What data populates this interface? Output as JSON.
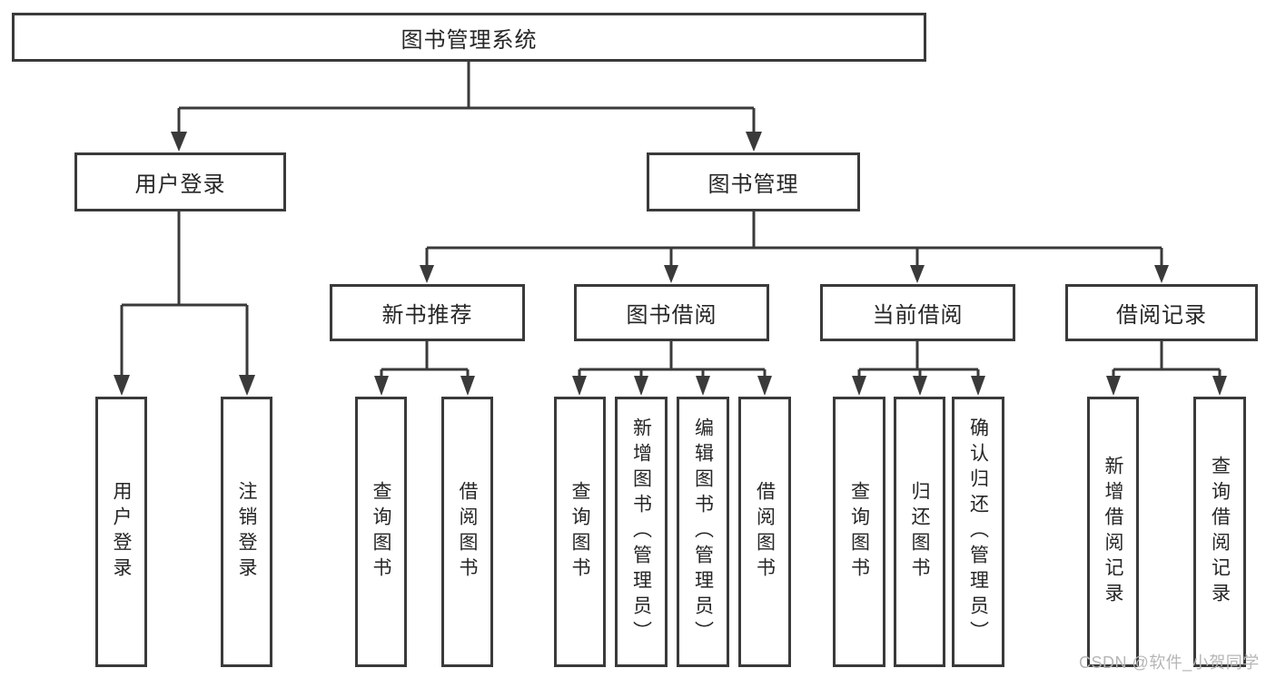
{
  "diagram_type": "hierarchy-tree",
  "colors": {
    "line": "#3a3a3a",
    "box_border": "#3a3a3a",
    "box_background": "#ffffff",
    "text": "#262626",
    "watermark_text_color": "#b6b6b6",
    "page_background": "#ffffff"
  },
  "tree": {
    "root": {
      "label": "图书管理系统",
      "children": [
        {
          "label": "用户登录",
          "children": [
            {
              "label": "用户登录"
            },
            {
              "label": "注销登录"
            }
          ]
        },
        {
          "label": "图书管理",
          "children": [
            {
              "label": "新书推荐",
              "children": [
                {
                  "label": "查询图书"
                },
                {
                  "label": "借阅图书"
                }
              ]
            },
            {
              "label": "图书借阅",
              "children": [
                {
                  "label": "查询图书"
                },
                {
                  "label": "新增图书（管理员）"
                },
                {
                  "label": "编辑图书（管理员）"
                },
                {
                  "label": "借阅图书"
                }
              ]
            },
            {
              "label": "当前借阅",
              "children": [
                {
                  "label": "查询图书"
                },
                {
                  "label": "归还图书"
                },
                {
                  "label": "确认归还（管理员）"
                }
              ]
            },
            {
              "label": "借阅记录",
              "children": [
                {
                  "label": "新增借阅记录"
                },
                {
                  "label": "查询借阅记录"
                }
              ]
            }
          ]
        }
      ]
    }
  },
  "watermark": {
    "text": "CSDN @软件_小贺同学"
  }
}
